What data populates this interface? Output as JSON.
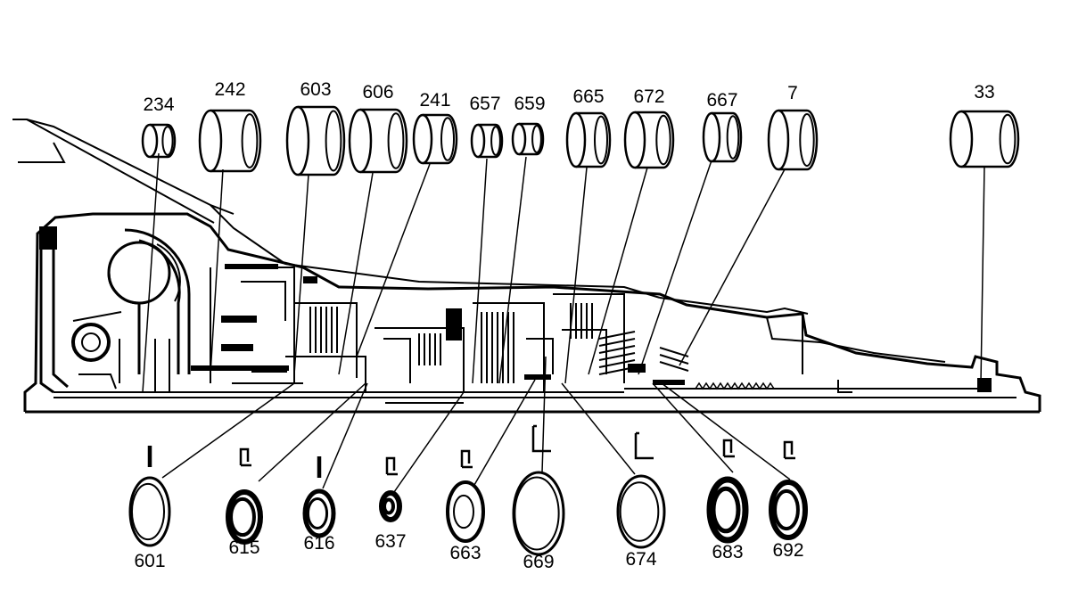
{
  "colors": {
    "ink": "#000000",
    "background": "#ffffff"
  },
  "top_callouts": [
    "234",
    "242",
    "603",
    "606",
    "241",
    "657",
    "659",
    "665",
    "672",
    "667",
    "7",
    "33"
  ],
  "bottom_callouts": [
    "601",
    "615",
    "616",
    "637",
    "663",
    "669",
    "674",
    "683",
    "692"
  ]
}
